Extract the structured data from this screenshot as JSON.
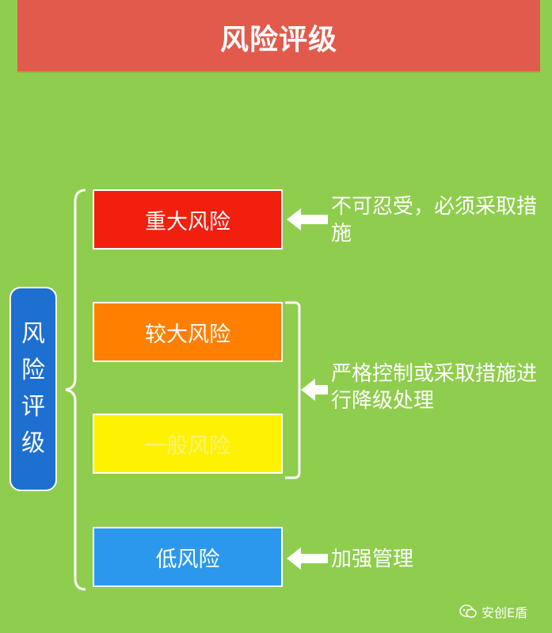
{
  "title": "风险评级",
  "side_label": [
    "风",
    "险",
    "评",
    "级"
  ],
  "levels": [
    {
      "label": "重大风险",
      "color": "#f21e0e"
    },
    {
      "label": "较大风险",
      "color": "#ff7f00"
    },
    {
      "label": "一般风险",
      "color": "#fff200"
    },
    {
      "label": "低风险",
      "color": "#2b98ee"
    }
  ],
  "notes": {
    "major": "不可忍受，必须采取措施",
    "middle": "严格控制或采取措施进行降级处理",
    "low": "加强管理"
  },
  "watermark": "安创E盾",
  "colors": {
    "background": "#8fcd4e",
    "banner": "#e25a4c",
    "side_label": "#1d6fd0"
  }
}
